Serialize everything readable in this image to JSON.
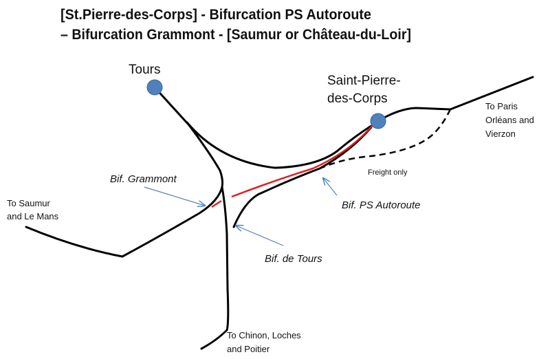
{
  "title": {
    "line1": "[St.Pierre-des-Corps] - Bifurcation PS Autoroute",
    "line2": "– Bifurcation Grammont - [Saumur or Château-du-Loir]"
  },
  "stations": {
    "tours": "Tours",
    "spdc_line1": "Saint-Pierre-",
    "spdc_line2": "des-Corps"
  },
  "destinations": {
    "west_line1": "To Saumur",
    "west_line2": "and Le Mans",
    "east_line1": "To Paris",
    "east_line2": "Orléans and",
    "east_line3": "Vierzon",
    "south_line1": "To Chinon, Loches",
    "south_line2": "and Poitier"
  },
  "junctions": {
    "grammont": "Bif. Grammont",
    "ps_autoroute": "Bif. PS Autoroute",
    "tours": "Bif. de Tours"
  },
  "freight_label": "Freight only",
  "colors": {
    "station": "#4f81bd",
    "highlight": "#e02020",
    "arrow": "#4f81bd"
  }
}
